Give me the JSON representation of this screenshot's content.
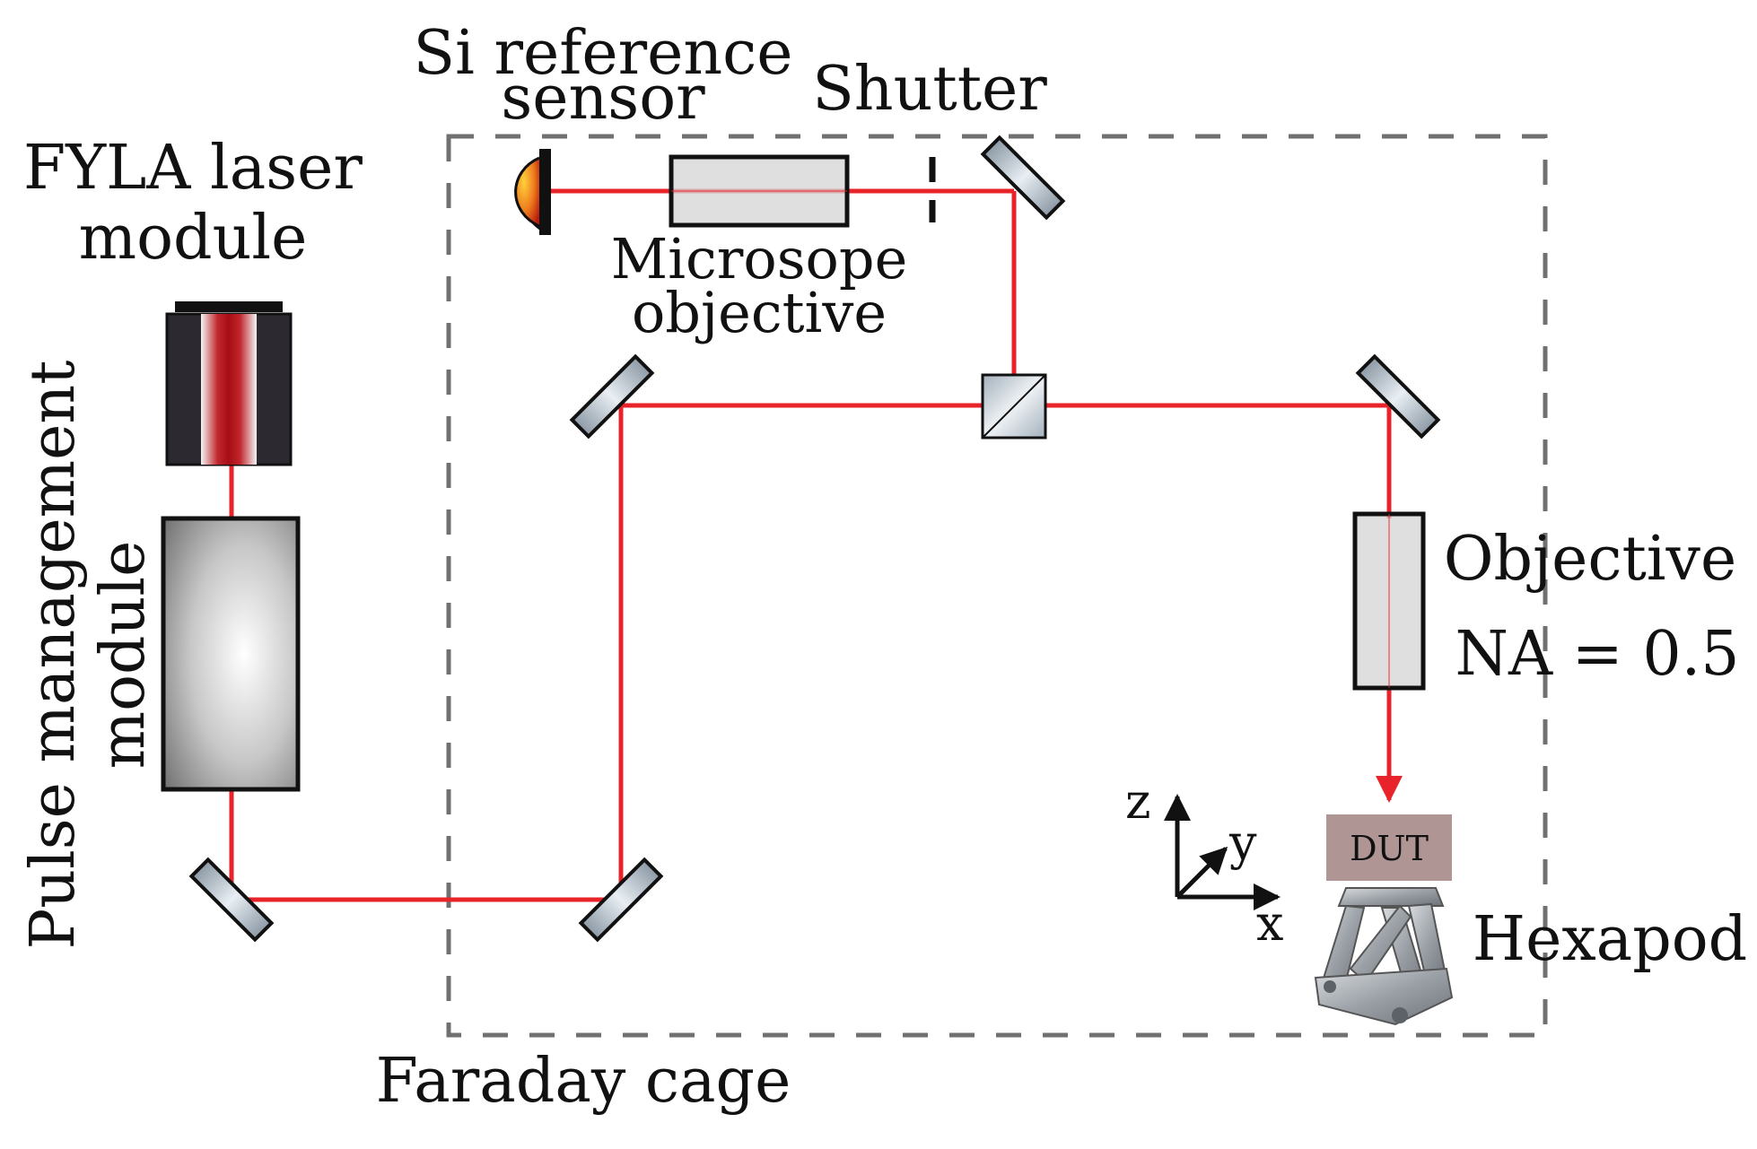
{
  "labels": {
    "fyla_line1": "FYLA laser",
    "fyla_line2": "module",
    "pulse_line1": "Pulse management",
    "pulse_line2": "module",
    "si_line1": "Si reference",
    "si_line2": "sensor",
    "shutter": "Shutter",
    "microscope_line1": "Microsope",
    "microscope_line2": "objective",
    "objective": "Objective",
    "na": "NA = 0.5",
    "hexapod": "Hexapod",
    "dut": "DUT",
    "faraday": "Faraday cage"
  },
  "axes": {
    "z": "z",
    "y": "y",
    "x": "x"
  },
  "colors": {
    "beam": "#e8232a",
    "cage": "#707070",
    "dut_fill": "#b09595",
    "laser_body": "#2c2a30"
  }
}
